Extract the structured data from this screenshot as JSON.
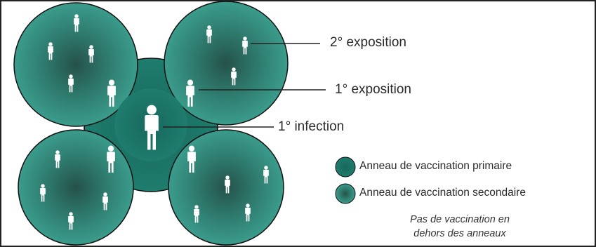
{
  "labels": {
    "second_exposure": "2° exposition",
    "first_exposure": "1° exposition",
    "first_infection": "1° infection"
  },
  "legend": {
    "primary_ring": "Anneau de vaccination primaire",
    "secondary_ring": "Anneau de vaccination secondaire",
    "note_line1": "Pas de vaccination en",
    "note_line2": "dehors des anneaux"
  },
  "colors": {
    "primary_ring": "#1f7a6c",
    "secondary_ring_center": "#2b5a52",
    "secondary_ring_edge": "#3a9a8b",
    "outline": "#111111",
    "person": "#ffffff"
  },
  "icons": {
    "person": "person-icon"
  }
}
